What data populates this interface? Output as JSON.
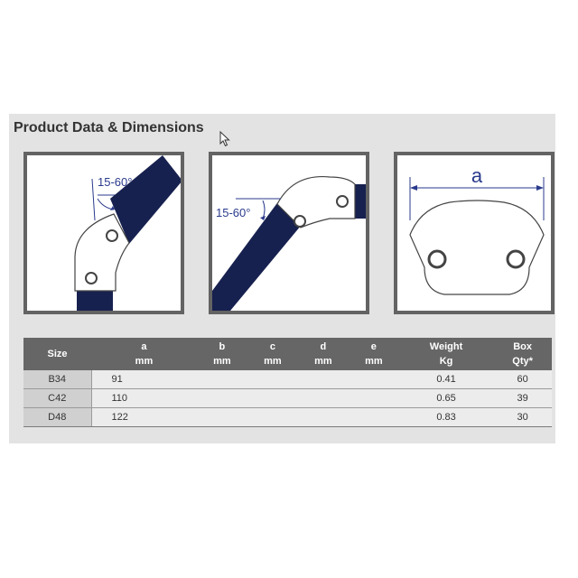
{
  "section": {
    "title": "Product Data & Dimensions"
  },
  "figures": {
    "angle_label_1": "15-60°",
    "angle_label_2": "15-60°",
    "dimension_label": "a"
  },
  "table": {
    "headers": [
      {
        "line1": "Size",
        "line2": ""
      },
      {
        "line1": "a",
        "line2": "mm"
      },
      {
        "line1": "b",
        "line2": "mm"
      },
      {
        "line1": "c",
        "line2": "mm"
      },
      {
        "line1": "d",
        "line2": "mm"
      },
      {
        "line1": "e",
        "line2": "mm"
      },
      {
        "line1": "Weight",
        "line2": "Kg"
      },
      {
        "line1": "Box",
        "line2": "Qty*"
      }
    ],
    "rows": [
      {
        "size": "B34",
        "a": "91",
        "b": "",
        "c": "",
        "d": "",
        "e": "",
        "weight": "0.41",
        "box_qty": "60"
      },
      {
        "size": "C42",
        "a": "110",
        "b": "",
        "c": "",
        "d": "",
        "e": "",
        "weight": "0.65",
        "box_qty": "39"
      },
      {
        "size": "D48",
        "a": "122",
        "b": "",
        "c": "",
        "d": "",
        "e": "",
        "weight": "0.83",
        "box_qty": "30"
      }
    ]
  },
  "colors": {
    "pipe": "#17214f",
    "frame": "#636363",
    "header_bg": "#666666",
    "dim_line": "#2a3a8c"
  },
  "icons": {
    "cursor": "mouse-pointer-icon"
  }
}
